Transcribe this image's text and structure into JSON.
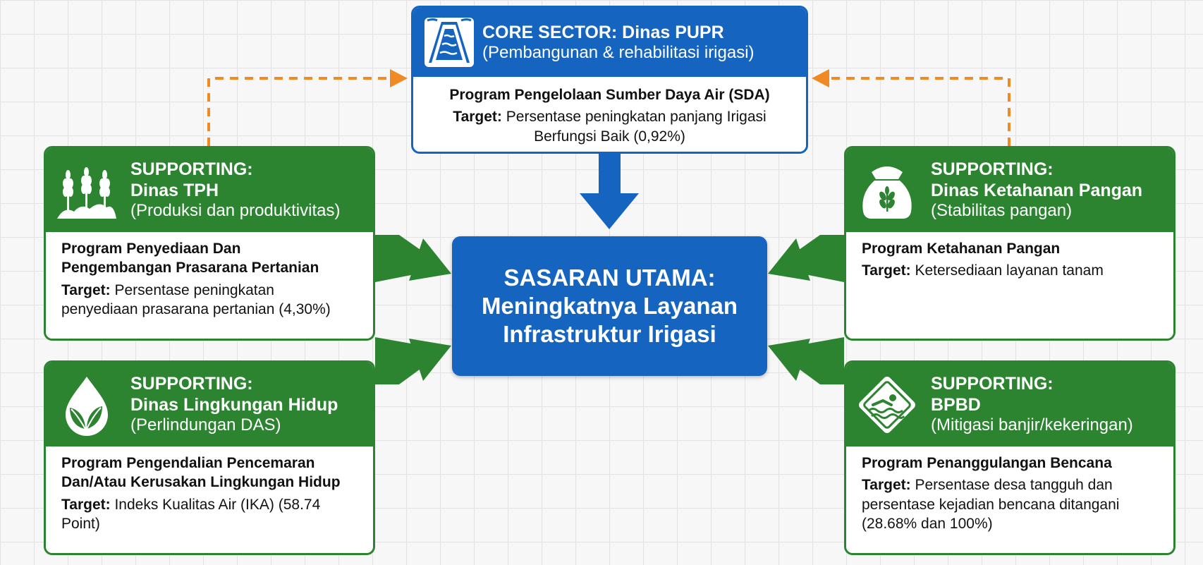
{
  "core": {
    "title": "CORE SECTOR: Dinas PUPR",
    "subtitle": "(Pembangunan & rehabilitasi irigasi)",
    "program": "Program Pengelolaan Sumber Daya Air (SDA)",
    "target_label": "Target:",
    "target_line1": "Persentase peningkatan panjang Irigasi",
    "target_line2": "Berfungsi Baik (0,92%)",
    "icon": "irrigation-canal-icon"
  },
  "main": {
    "line1": "SASARAN UTAMA:",
    "line2": "Meningkatnya Layanan",
    "line3": "Infrastruktur Irigasi"
  },
  "supporting": {
    "tph": {
      "role": "SUPPORTING:",
      "org": "Dinas TPH",
      "desc": "(Produksi dan produktivitas)",
      "program_line1": "Program Penyediaan Dan",
      "program_line2": "Pengembangan Prasarana Pertanian",
      "target_label": "Target:",
      "target_line1": "Persentase peningkatan",
      "target_line2": "penyediaan prasarana pertanian (4,30%)",
      "icon": "wheat-plants-icon"
    },
    "ketahanan": {
      "role": "SUPPORTING:",
      "org": "Dinas Ketahanan Pangan",
      "desc": "(Stabilitas pangan)",
      "program_line1": "Program Ketahanan Pangan",
      "target_label": "Target:",
      "target_line1": "Ketersediaan layanan tanam",
      "icon": "grain-sack-icon"
    },
    "lh": {
      "role": "SUPPORTING:",
      "org": "Dinas Lingkungan Hidup",
      "desc": "(Perlindungan DAS)",
      "program_line1": "Program Pengendalian Pencemaran",
      "program_line2": "Dan/Atau Kerusakan Lingkungan Hidup",
      "target_label": "Target:",
      "target_line1": "Indeks Kualitas Air (IKA) (58.74",
      "target_line2": "Point)",
      "icon": "water-drop-leaf-icon"
    },
    "bpbd": {
      "role": "SUPPORTING:",
      "org": "BPBD",
      "desc": "(Mitigasi banjir/kekeringan)",
      "program_line1": "Program Penanggulangan Bencana",
      "target_label": "Target:",
      "target_line1": "Persentase desa tangguh dan",
      "target_line2": "persentase kejadian bencana ditangani",
      "target_line3": "(28.68% dan 100%)",
      "icon": "flood-warning-sign-icon"
    }
  },
  "colors": {
    "blue": "#1565c0",
    "green": "#2c8431",
    "orange_dashed": "#f08a24"
  }
}
